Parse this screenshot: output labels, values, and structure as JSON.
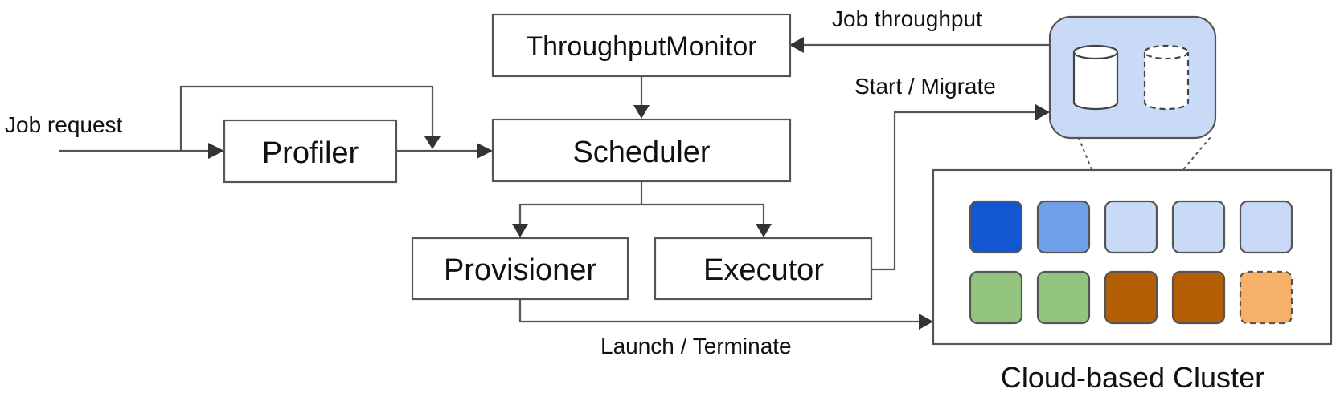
{
  "nodes": {
    "throughput_monitor": "ThroughputMonitor",
    "scheduler": "Scheduler",
    "profiler": "Profiler",
    "provisioner": "Provisioner",
    "executor": "Executor"
  },
  "edge_labels": {
    "job_request": "Job request",
    "job_throughput": "Job throughput",
    "start_migrate": "Start / Migrate",
    "launch_terminate": "Launch / Terminate"
  },
  "cluster": {
    "title": "Cloud-based Cluster",
    "colors": {
      "dark_blue": "#1257d1",
      "mid_blue": "#6f9fe8",
      "light_blue": "#c9daf7",
      "green": "#93c47d",
      "dark_orange": "#b45f06",
      "light_orange": "#f6b26b",
      "zoom_fill": "#c9daf7"
    }
  }
}
